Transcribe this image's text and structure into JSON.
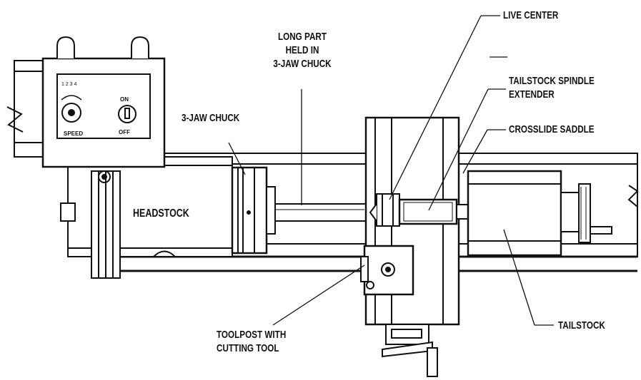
{
  "diagram": {
    "kind": "mini-lathe setup illustration",
    "line_color": "#111111",
    "background": "#ffffff",
    "labels": {
      "live_center": "LIVE CENTER",
      "long_part": "LONG PART\nHELD IN\n3-JAW CHUCK",
      "tailstock_spindle_extender": "TAILSTOCK SPINDLE\nEXTENDER",
      "three_jaw_chuck": "3-JAW CHUCK",
      "crosslide_saddle": "CROSSLIDE SADDLE",
      "headstock": "HEADSTOCK",
      "toolpost": "TOOLPOST WITH\nCUTTING TOOL",
      "tailstock": "TAILSTOCK"
    },
    "control_panel": {
      "speed_label": "SPEED",
      "switch_on": "ON",
      "switch_off": "OFF"
    }
  }
}
